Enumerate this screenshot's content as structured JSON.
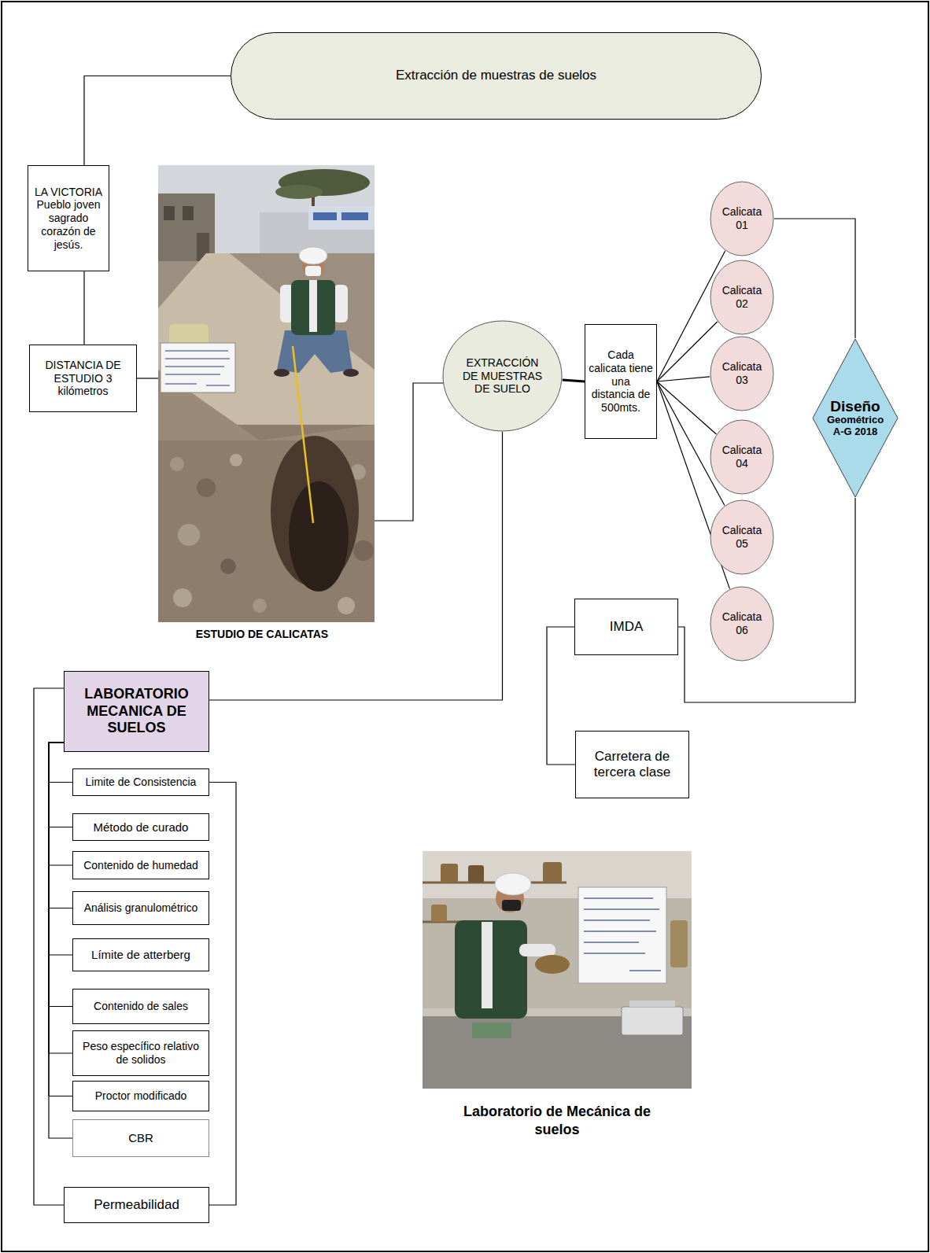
{
  "diagram": {
    "nodes": [
      {
        "text": [
          "Extracción de muestras de suelos"
        ]
      },
      {
        "text": [
          "LA VICTORIA Pueblo joven sagrado corazón de jesús."
        ]
      },
      {
        "text": [
          "DISTANCIA DE ESTUDIO 3 kilómetros"
        ]
      },
      {
        "text": [
          "EXTRACCIÓN DE MUESTRAS DE SUELO"
        ]
      },
      {
        "text": [
          "Cada calicata tiene una distancia de 500mts."
        ]
      },
      {
        "text": [
          "Calicata 01"
        ]
      },
      {
        "text": [
          "Calicata 02"
        ]
      },
      {
        "text": [
          "Calicata 03"
        ]
      },
      {
        "text": [
          "Calicata 04"
        ]
      },
      {
        "text": [
          "Calicata 05"
        ]
      },
      {
        "text": [
          "Calicata 06"
        ]
      },
      {
        "text": [
          "Diseño",
          "Geométrico A-G 2018"
        ]
      },
      {
        "text": [
          "IMDA"
        ]
      },
      {
        "text": [
          "Carretera de tercera clase"
        ]
      },
      {
        "text": [
          "LABORATORIO MECANICA DE SUELOS"
        ]
      },
      {
        "text": [
          "Limite de Consistencia"
        ]
      },
      {
        "text": [
          "Método de curado"
        ]
      },
      {
        "text": [
          "Contenido de humedad"
        ]
      },
      {
        "text": [
          "Análisis granulométrico"
        ]
      },
      {
        "text": [
          "Límite de atterberg"
        ]
      },
      {
        "text": [
          "Contenido de sales"
        ]
      },
      {
        "text": [
          "Peso específico relativo de solidos"
        ]
      },
      {
        "text": [
          "Proctor modificado"
        ]
      },
      {
        "text": [
          "CBR"
        ]
      },
      {
        "text": [
          "Permeabilidad"
        ]
      }
    ],
    "edges": [
      {
        "from": 0,
        "to": 1,
        "arrow": "none"
      },
      {
        "from": 1,
        "to": 2,
        "arrow": "none"
      },
      {
        "from": 3,
        "to": 4,
        "arrow": "none"
      },
      {
        "from": 4,
        "to": 5,
        "arrow": "none"
      },
      {
        "from": 4,
        "to": 6,
        "arrow": "none"
      },
      {
        "from": 4,
        "to": 7,
        "arrow": "none"
      },
      {
        "from": 4,
        "to": 8,
        "arrow": "none"
      },
      {
        "from": 4,
        "to": 9,
        "arrow": "none"
      },
      {
        "from": 4,
        "to": 10,
        "arrow": "none"
      },
      {
        "from": 5,
        "to": 11,
        "arrow": "none"
      },
      {
        "from": 11,
        "to": 12,
        "arrow": "none"
      },
      {
        "from": 12,
        "to": 13,
        "arrow": "none"
      },
      {
        "from": 3,
        "to": 14,
        "arrow": "none"
      },
      {
        "from": 14,
        "to": 15,
        "arrow": "none"
      },
      {
        "from": 14,
        "to": 16,
        "arrow": "none"
      },
      {
        "from": 14,
        "to": 17,
        "arrow": "none"
      },
      {
        "from": 14,
        "to": 18,
        "arrow": "none"
      },
      {
        "from": 14,
        "to": 19,
        "arrow": "none"
      },
      {
        "from": 14,
        "to": 20,
        "arrow": "none"
      },
      {
        "from": 14,
        "to": 21,
        "arrow": "none"
      },
      {
        "from": 14,
        "to": 22,
        "arrow": "none"
      },
      {
        "from": 14,
        "to": 23,
        "arrow": "none"
      },
      {
        "from": 14,
        "to": 24,
        "arrow": "none"
      },
      {
        "from": 15,
        "to": 24,
        "arrow": "none"
      }
    ],
    "labels": [
      "ESTUDIO DE CALICATAS",
      "Laboratorio de Mecánica de suelos"
    ]
  }
}
